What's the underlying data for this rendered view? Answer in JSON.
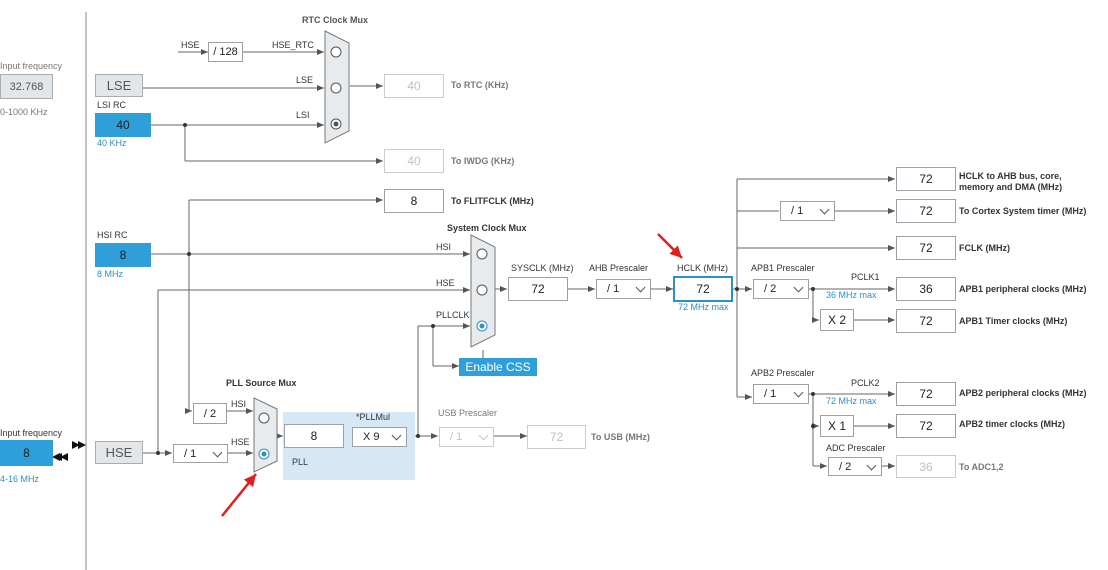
{
  "left_panel": {
    "lse_input_label": "Input frequency",
    "lse_input_value": "32.768",
    "lse_range": "0-1000 KHz",
    "hse_input_label": "Input frequency",
    "hse_input_value": "8",
    "hse_range": "4-16 MHz"
  },
  "oscillators": {
    "lse_label": "LSE",
    "lsi_title": "LSI RC",
    "lsi_value": "40",
    "lsi_freq": "40 KHz",
    "hsi_title": "HSI RC",
    "hsi_value": "8",
    "hsi_freq": "8 MHz",
    "hse_label": "HSE"
  },
  "rtc": {
    "mux_title": "RTC Clock Mux",
    "hse_in": "HSE",
    "div128": "/ 128",
    "hse_rtc": "HSE_RTC",
    "lse_in": "LSE",
    "lsi_in": "LSI",
    "rtc_value": "40",
    "rtc_label": "To RTC (KHz)",
    "iwdg_value": "40",
    "iwdg_label": "To IWDG (KHz)"
  },
  "flit": {
    "value": "8",
    "label": "To FLITFCLK (MHz)"
  },
  "sysmux": {
    "title": "System Clock Mux",
    "hsi": "HSI",
    "hse": "HSE",
    "pllclk": "PLLCLK",
    "css_button": "Enable CSS"
  },
  "sysclk": {
    "label": "SYSCLK (MHz)",
    "value": "72"
  },
  "ahb": {
    "label": "AHB Prescaler",
    "value": "/ 1"
  },
  "hclk": {
    "label": "HCLK (MHz)",
    "value": "72",
    "max": "72 MHz max"
  },
  "outputs": {
    "ahb_value": "72",
    "ahb_label_1": "HCLK to AHB bus, core,",
    "ahb_label_2": "memory and DMA (MHz)",
    "cortex_div": "/ 1",
    "cortex_value": "72",
    "cortex_label": "To Cortex System timer (MHz)",
    "fclk_value": "72",
    "fclk_label": "FCLK (MHz)"
  },
  "apb1": {
    "label": "APB1 Prescaler",
    "value": "/ 2",
    "pclk": "PCLK1",
    "max": "36 MHz max",
    "periph_value": "36",
    "periph_label": "APB1 peripheral clocks (MHz)",
    "timer_mult": "X 2",
    "timer_value": "72",
    "timer_label": "APB1 Timer clocks (MHz)"
  },
  "apb2": {
    "label": "APB2 Prescaler",
    "value": "/ 1",
    "pclk": "PCLK2",
    "max": "72 MHz max",
    "periph_value": "72",
    "periph_label": "APB2 peripheral clocks (MHz)",
    "timer_mult": "X 1",
    "timer_value": "72",
    "timer_label": "APB2 timer clocks (MHz)",
    "adc_label": "ADC Prescaler",
    "adc_div": "/ 2",
    "adc_value": "36",
    "adc_out": "To ADC1,2"
  },
  "pll": {
    "mux_title": "PLL Source Mux",
    "hsi_div": "/ 2",
    "hsi": "HSI",
    "hse": "HSE",
    "hse_div": "/ 1",
    "value": "8",
    "mul_label": "*PLLMul",
    "mul_value": "X 9",
    "pll_label": "PLL"
  },
  "usb": {
    "label": "USB Prescaler",
    "div": "/ 1",
    "value": "72",
    "out": "To USB (MHz)"
  },
  "colors": {
    "accent": "#2e9fd9",
    "arrow": "#e0201e",
    "pll_bg": "#d6e7f5"
  }
}
